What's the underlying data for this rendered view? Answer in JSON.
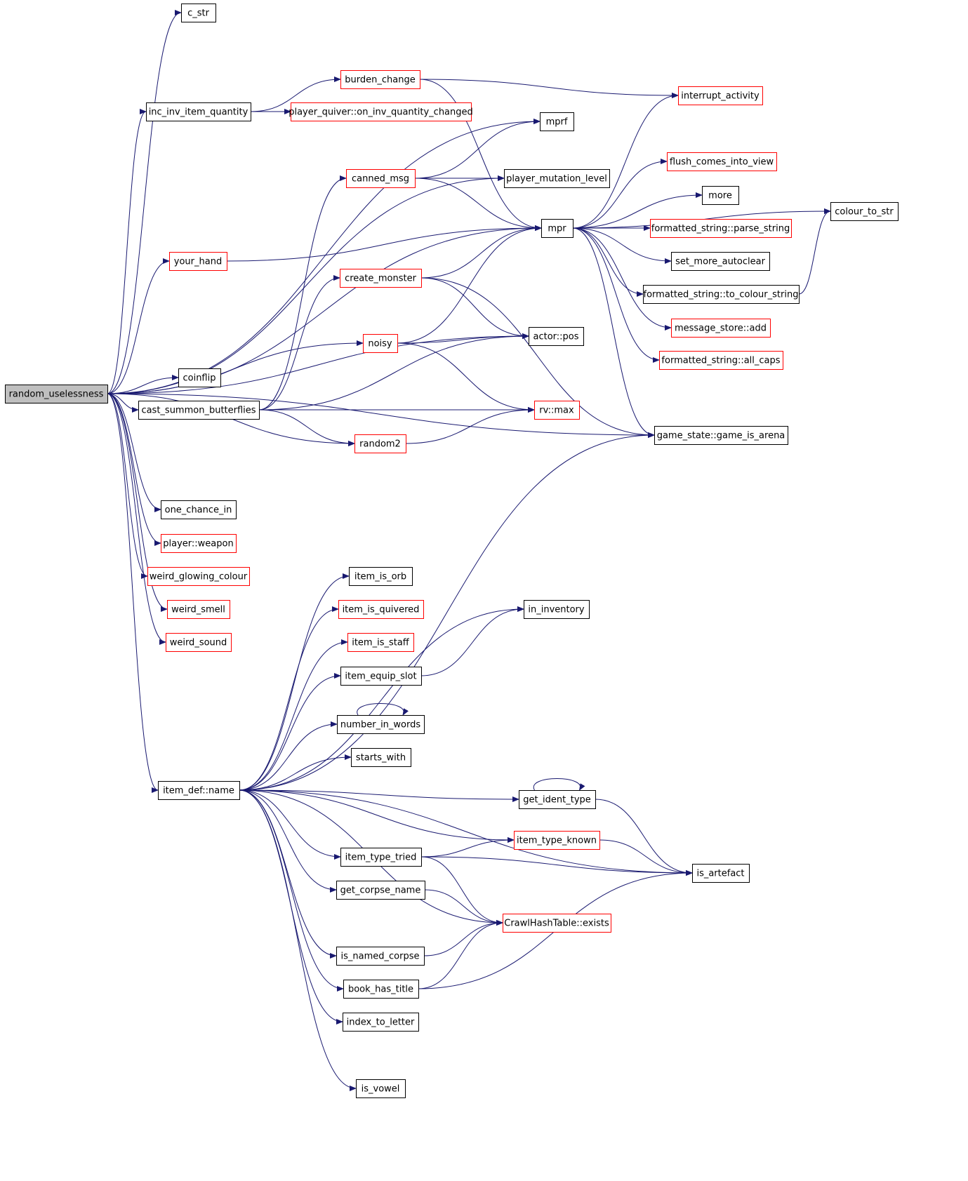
{
  "colors": {
    "edge": "#191970",
    "node_border": "#000000",
    "truncated_border": "#ff0000",
    "root_fill": "#bfbfbf",
    "node_fill": "#ffffff"
  },
  "nodes": [
    {
      "id": "random_uselessness",
      "label": "random_uselessness",
      "style": "root"
    },
    {
      "id": "c_str",
      "label": "c_str",
      "style": "normal"
    },
    {
      "id": "burden_change",
      "label": "burden_change",
      "style": "red"
    },
    {
      "id": "inc_inv_item_quantity",
      "label": "inc_inv_item_quantity",
      "style": "normal"
    },
    {
      "id": "player_quiver",
      "label": "player_quiver::on_inv_quantity_changed",
      "style": "red"
    },
    {
      "id": "interrupt_activity",
      "label": "interrupt_activity",
      "style": "red"
    },
    {
      "id": "mprf",
      "label": "mprf",
      "style": "normal"
    },
    {
      "id": "canned_msg",
      "label": "canned_msg",
      "style": "red"
    },
    {
      "id": "player_mutation_level",
      "label": "player_mutation_level",
      "style": "normal"
    },
    {
      "id": "flush_comes_into_view",
      "label": "flush_comes_into_view",
      "style": "red"
    },
    {
      "id": "more",
      "label": "more",
      "style": "normal"
    },
    {
      "id": "colour_to_str",
      "label": "colour_to_str",
      "style": "normal"
    },
    {
      "id": "mpr",
      "label": "mpr",
      "style": "normal"
    },
    {
      "id": "parse_string",
      "label": "formatted_string::parse_string",
      "style": "red"
    },
    {
      "id": "your_hand",
      "label": "your_hand",
      "style": "red"
    },
    {
      "id": "set_more_autoclear",
      "label": "set_more_autoclear",
      "style": "normal"
    },
    {
      "id": "create_monster",
      "label": "create_monster",
      "style": "red"
    },
    {
      "id": "to_colour_string",
      "label": "formatted_string::to_colour_string",
      "style": "normal"
    },
    {
      "id": "message_store_add",
      "label": "message_store::add",
      "style": "red"
    },
    {
      "id": "actor_pos",
      "label": "actor::pos",
      "style": "normal"
    },
    {
      "id": "noisy",
      "label": "noisy",
      "style": "red"
    },
    {
      "id": "all_caps",
      "label": "formatted_string::all_caps",
      "style": "red"
    },
    {
      "id": "coinflip",
      "label": "coinflip",
      "style": "normal"
    },
    {
      "id": "cast_summon_butterflies",
      "label": "cast_summon_butterflies",
      "style": "normal"
    },
    {
      "id": "rv_max",
      "label": "rv::max",
      "style": "red"
    },
    {
      "id": "game_is_arena",
      "label": "game_state::game_is_arena",
      "style": "normal"
    },
    {
      "id": "random2",
      "label": "random2",
      "style": "red"
    },
    {
      "id": "one_chance_in",
      "label": "one_chance_in",
      "style": "normal"
    },
    {
      "id": "player_weapon",
      "label": "player::weapon",
      "style": "red"
    },
    {
      "id": "weird_glowing_colour",
      "label": "weird_glowing_colour",
      "style": "red"
    },
    {
      "id": "weird_smell",
      "label": "weird_smell",
      "style": "red"
    },
    {
      "id": "weird_sound",
      "label": "weird_sound",
      "style": "red"
    },
    {
      "id": "item_is_orb",
      "label": "item_is_orb",
      "style": "normal"
    },
    {
      "id": "item_is_quivered",
      "label": "item_is_quivered",
      "style": "red"
    },
    {
      "id": "in_inventory",
      "label": "in_inventory",
      "style": "normal"
    },
    {
      "id": "item_is_staff",
      "label": "item_is_staff",
      "style": "red"
    },
    {
      "id": "item_equip_slot",
      "label": "item_equip_slot",
      "style": "normal"
    },
    {
      "id": "number_in_words",
      "label": "number_in_words",
      "style": "normal"
    },
    {
      "id": "starts_with",
      "label": "starts_with",
      "style": "normal"
    },
    {
      "id": "item_def_name",
      "label": "item_def::name",
      "style": "normal"
    },
    {
      "id": "get_ident_type",
      "label": "get_ident_type",
      "style": "normal"
    },
    {
      "id": "item_type_known",
      "label": "item_type_known",
      "style": "red"
    },
    {
      "id": "item_type_tried",
      "label": "item_type_tried",
      "style": "normal"
    },
    {
      "id": "is_artefact",
      "label": "is_artefact",
      "style": "normal"
    },
    {
      "id": "get_corpse_name",
      "label": "get_corpse_name",
      "style": "normal"
    },
    {
      "id": "crawl_hash_exists",
      "label": "CrawlHashTable::exists",
      "style": "red"
    },
    {
      "id": "is_named_corpse",
      "label": "is_named_corpse",
      "style": "normal"
    },
    {
      "id": "book_has_title",
      "label": "book_has_title",
      "style": "normal"
    },
    {
      "id": "index_to_letter",
      "label": "index_to_letter",
      "style": "normal"
    },
    {
      "id": "is_vowel",
      "label": "is_vowel",
      "style": "normal"
    }
  ],
  "edges": [
    [
      "random_uselessness",
      "c_str"
    ],
    [
      "random_uselessness",
      "mprf"
    ],
    [
      "random_uselessness",
      "inc_inv_item_quantity"
    ],
    [
      "random_uselessness",
      "player_mutation_level"
    ],
    [
      "random_uselessness",
      "mpr"
    ],
    [
      "random_uselessness",
      "your_hand"
    ],
    [
      "random_uselessness",
      "actor_pos"
    ],
    [
      "random_uselessness",
      "noisy"
    ],
    [
      "random_uselessness",
      "coinflip"
    ],
    [
      "random_uselessness",
      "cast_summon_butterflies"
    ],
    [
      "random_uselessness",
      "random2"
    ],
    [
      "random_uselessness",
      "game_is_arena"
    ],
    [
      "random_uselessness",
      "one_chance_in"
    ],
    [
      "random_uselessness",
      "player_weapon"
    ],
    [
      "random_uselessness",
      "weird_glowing_colour"
    ],
    [
      "random_uselessness",
      "weird_smell"
    ],
    [
      "random_uselessness",
      "weird_sound"
    ],
    [
      "random_uselessness",
      "item_def_name"
    ],
    [
      "inc_inv_item_quantity",
      "burden_change"
    ],
    [
      "inc_inv_item_quantity",
      "player_quiver"
    ],
    [
      "burden_change",
      "interrupt_activity"
    ],
    [
      "burden_change",
      "mpr"
    ],
    [
      "canned_msg",
      "mprf"
    ],
    [
      "canned_msg",
      "player_mutation_level"
    ],
    [
      "canned_msg",
      "mpr"
    ],
    [
      "your_hand",
      "mpr"
    ],
    [
      "create_monster",
      "mpr"
    ],
    [
      "create_monster",
      "actor_pos"
    ],
    [
      "create_monster",
      "game_is_arena"
    ],
    [
      "noisy",
      "mpr"
    ],
    [
      "noisy",
      "actor_pos"
    ],
    [
      "noisy",
      "rv_max"
    ],
    [
      "cast_summon_butterflies",
      "canned_msg"
    ],
    [
      "cast_summon_butterflies",
      "create_monster"
    ],
    [
      "cast_summon_butterflies",
      "actor_pos"
    ],
    [
      "cast_summon_butterflies",
      "rv_max"
    ],
    [
      "cast_summon_butterflies",
      "random2"
    ],
    [
      "random2",
      "rv_max"
    ],
    [
      "mpr",
      "interrupt_activity"
    ],
    [
      "mpr",
      "flush_comes_into_view"
    ],
    [
      "mpr",
      "more"
    ],
    [
      "mpr",
      "colour_to_str"
    ],
    [
      "mpr",
      "parse_string"
    ],
    [
      "mpr",
      "set_more_autoclear"
    ],
    [
      "mpr",
      "to_colour_string"
    ],
    [
      "mpr",
      "message_store_add"
    ],
    [
      "mpr",
      "all_caps"
    ],
    [
      "mpr",
      "game_is_arena"
    ],
    [
      "to_colour_string",
      "colour_to_str"
    ],
    [
      "item_def_name",
      "game_is_arena"
    ],
    [
      "item_def_name",
      "in_inventory"
    ],
    [
      "item_def_name",
      "item_is_orb"
    ],
    [
      "item_def_name",
      "item_is_quivered"
    ],
    [
      "item_def_name",
      "item_is_staff"
    ],
    [
      "item_def_name",
      "item_equip_slot"
    ],
    [
      "item_def_name",
      "number_in_words"
    ],
    [
      "item_def_name",
      "starts_with"
    ],
    [
      "item_def_name",
      "get_ident_type"
    ],
    [
      "item_def_name",
      "item_type_known"
    ],
    [
      "item_def_name",
      "item_type_tried"
    ],
    [
      "item_def_name",
      "get_corpse_name"
    ],
    [
      "item_def_name",
      "crawl_hash_exists"
    ],
    [
      "item_def_name",
      "is_named_corpse"
    ],
    [
      "item_def_name",
      "book_has_title"
    ],
    [
      "item_def_name",
      "index_to_letter"
    ],
    [
      "item_def_name",
      "is_artefact"
    ],
    [
      "item_def_name",
      "is_vowel"
    ],
    [
      "item_equip_slot",
      "in_inventory"
    ],
    [
      "number_in_words",
      "number_in_words"
    ],
    [
      "get_ident_type",
      "get_ident_type"
    ],
    [
      "get_ident_type",
      "is_artefact"
    ],
    [
      "item_type_known",
      "is_artefact"
    ],
    [
      "item_type_tried",
      "item_type_known"
    ],
    [
      "item_type_tried",
      "is_artefact"
    ],
    [
      "item_type_tried",
      "crawl_hash_exists"
    ],
    [
      "get_corpse_name",
      "crawl_hash_exists"
    ],
    [
      "is_named_corpse",
      "crawl_hash_exists"
    ],
    [
      "book_has_title",
      "crawl_hash_exists"
    ],
    [
      "book_has_title",
      "is_artefact"
    ]
  ]
}
